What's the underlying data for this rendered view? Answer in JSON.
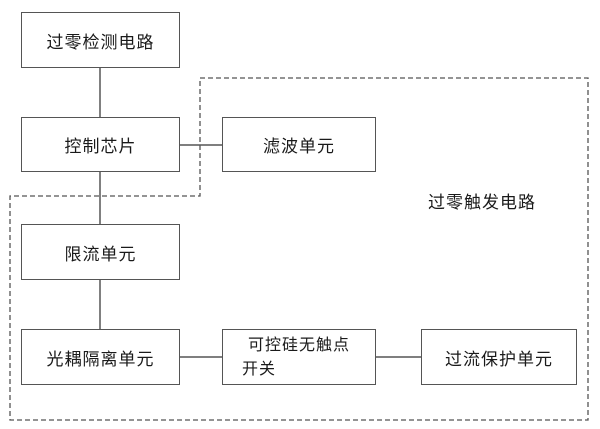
{
  "diagram": {
    "blocks": {
      "zero_cross_detect": "过零检测电路",
      "control_chip": "控制芯片",
      "filter_unit": "滤波单元",
      "current_limit_unit": "限流单元",
      "optocoupler_unit": "光耦隔离单元",
      "scr_switch_line1": "可控硅无触点",
      "scr_switch_line2": "开关",
      "overcurrent_protection_unit": "过流保护单元"
    },
    "region_label": "过零触发电路"
  }
}
